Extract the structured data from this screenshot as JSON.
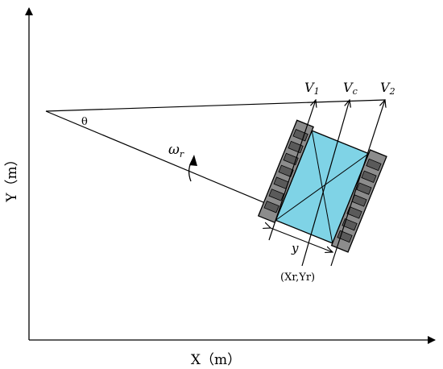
{
  "axes": {
    "x_label": "X（m）",
    "y_label": "Y（m）"
  },
  "labels": {
    "theta": "θ",
    "omega": "ω",
    "omega_sub": "r",
    "v1": "V",
    "v1_sub": "1",
    "vc": "V",
    "vc_sub": "c",
    "v2": "V",
    "v2_sub": "2",
    "width": "y",
    "point": "(Xr,Yr)"
  },
  "colors": {
    "body_fill": "#7fd3e6",
    "track_fill": "#8c8c8c",
    "track_stroke": "#000000",
    "line": "#000000"
  }
}
